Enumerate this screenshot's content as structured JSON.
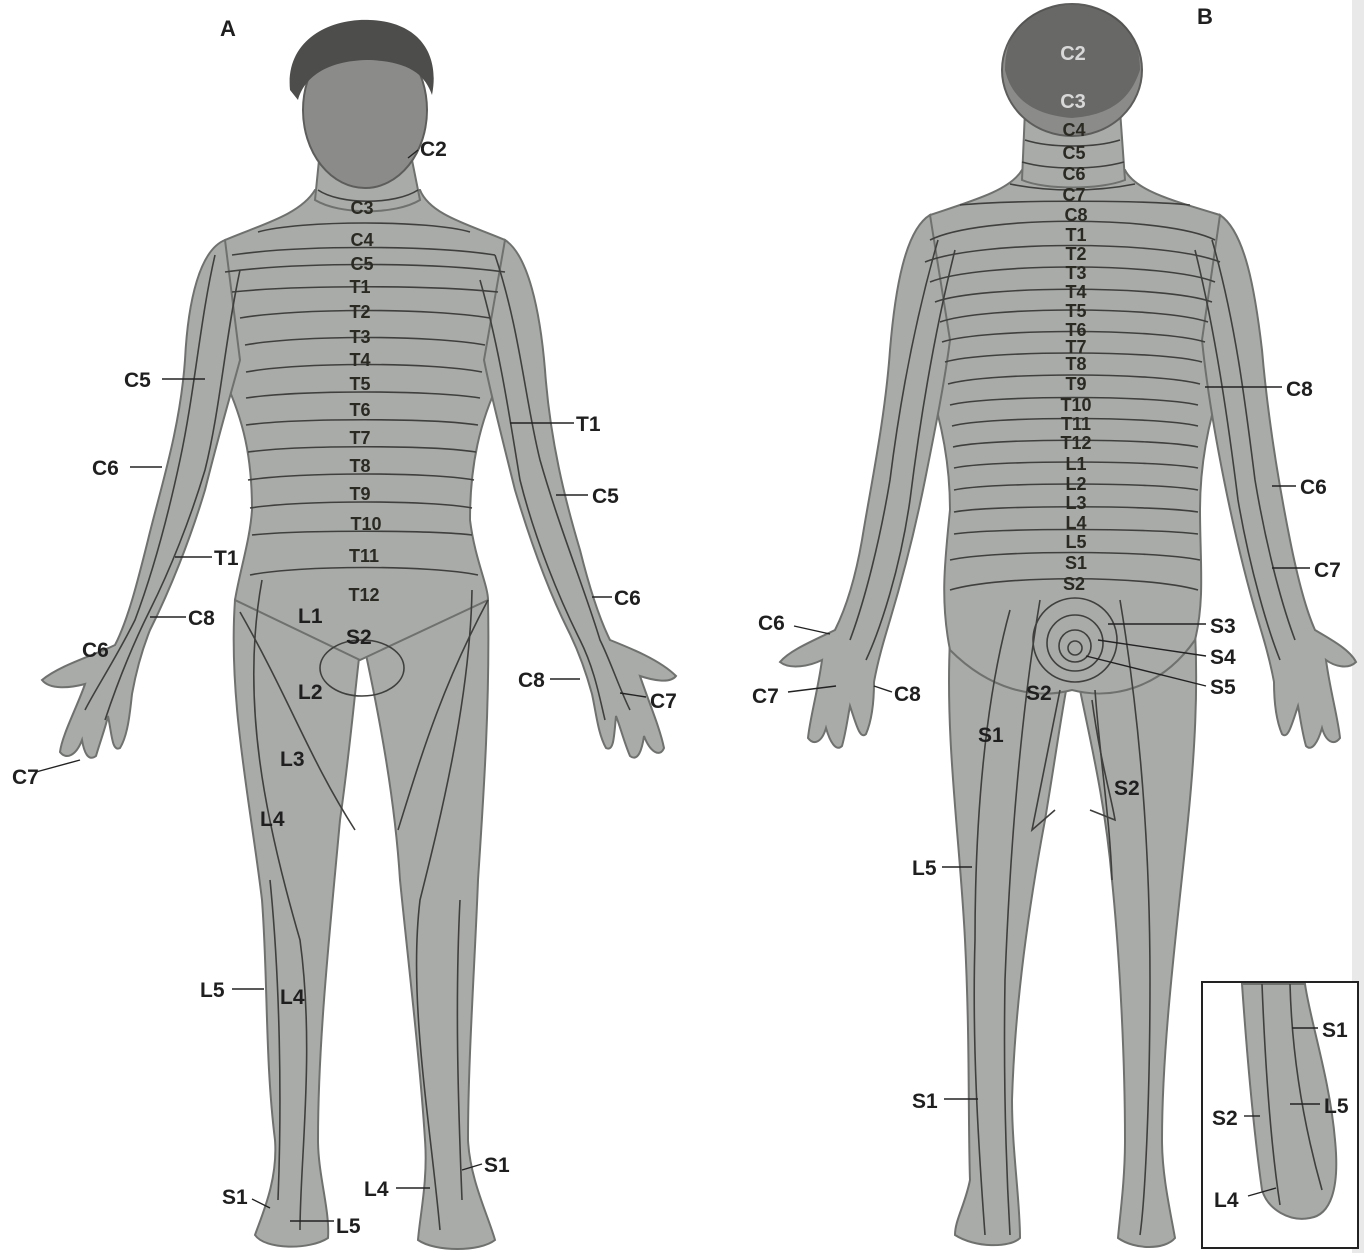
{
  "panels": {
    "front": {
      "letter": "A",
      "spine_labels": [
        "C3",
        "C4",
        "C5",
        "T1",
        "T2",
        "T3",
        "T4",
        "T5",
        "T6",
        "T7",
        "T8",
        "T9",
        "T10",
        "T11",
        "T12"
      ],
      "labels": {
        "c2": "C2",
        "c5_left": "C5",
        "c6_left_arm": "C6",
        "t1_left": "T1",
        "c8_left": "C8",
        "c6_left_hand": "C6",
        "c7_left": "C7",
        "t1_right": "T1",
        "c5_right": "C5",
        "c6_right": "C6",
        "c8_right": "C8",
        "c7_right": "C7",
        "l1": "L1",
        "s2": "S2",
        "l2": "L2",
        "l3": "L3",
        "l4_thigh": "L4",
        "l5_left": "L5",
        "l4_leg": "L4",
        "s1_left": "S1",
        "l5_foot": "L5",
        "l4_right": "L4",
        "s1_right": "S1"
      }
    },
    "back": {
      "letter": "B",
      "head_labels": [
        "C2",
        "C3"
      ],
      "spine_labels": [
        "C4",
        "C5",
        "C6",
        "C7",
        "C8",
        "T1",
        "T2",
        "T3",
        "T4",
        "T5",
        "T6",
        "T7",
        "T8",
        "T9",
        "T10",
        "T11",
        "T12",
        "L1",
        "L2",
        "L3",
        "L4",
        "L5",
        "S1",
        "S2"
      ],
      "labels": {
        "c8_right": "C8",
        "c6_right": "C6",
        "c7_right": "C7",
        "c6_left": "C6",
        "c7_left": "C7",
        "c8_left": "C8",
        "s3": "S3",
        "s4": "S4",
        "s5": "S5",
        "s2_buttock": "S2",
        "s1_thigh": "S1",
        "s2_thigh": "S2",
        "l5": "L5",
        "s1_leg": "S1"
      },
      "inset": {
        "s1": "S1",
        "l5": "L5",
        "s2": "S2",
        "l4": "L4"
      }
    }
  }
}
